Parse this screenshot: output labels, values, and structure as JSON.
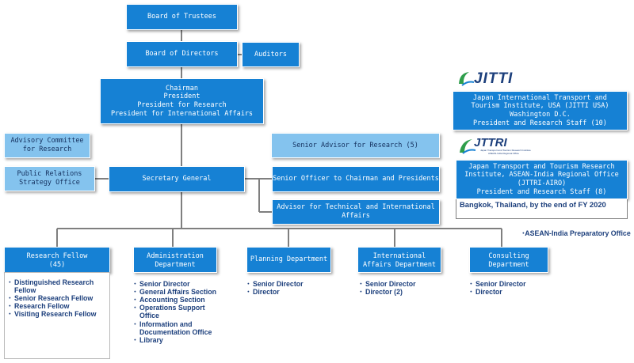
{
  "boxes": {
    "trustees": "Board of Trustees",
    "directors": "Board of Directors",
    "auditors": "Auditors",
    "chairman": "Chairman\nPresident\nPresident for Research\nPresident for International Affairs",
    "advisory": "Advisory Committee\nfor Research",
    "pr": "Public Relations\nStrategy Office",
    "secretary": "Secretary General",
    "senior_advisor": "Senior Advisor for Research (5)",
    "senior_officer": "Senior Officer to Chairman and Presidents",
    "advisor_tech": "Advisor for Technical and International Affairs",
    "jitti_usa": "Japan International Transport and\nTourism Institute, USA (JITTI USA)\nWashington D.C.\nPresident and Research Staff (10)",
    "jttri_airo": "Japan Transport and Tourism Research\nInstitute, ASEAN-India Regional Office\n(JTTRI-AIRO)\nPresident and Research Staff (8)"
  },
  "logos": {
    "jitti": "JITTI",
    "jttri": "JTTRI",
    "jttri_sub1": "Japan Transport and Tourism Research Institute",
    "jttri_sub2": "ASEAN-India Regional Office"
  },
  "bangkok_note": "Bangkok, Thailand, by the end of FY 2020",
  "asean_india_note": "ASEAN-India Preparatory Office",
  "departments": [
    {
      "name": "Research Fellow\n(45)",
      "items": [
        "Distinguished Research Fellow",
        "Senior Research Fellow",
        "Research Fellow",
        "Visiting Research Fellow"
      ]
    },
    {
      "name": "Administration\nDepartment",
      "items": [
        "Senior Director",
        "General Affairs Section",
        "Accounting Section",
        "Operations Support Office",
        "Information and Documentation Office",
        "Library"
      ]
    },
    {
      "name": "Planning Department",
      "items": [
        "Senior Director",
        "Director"
      ]
    },
    {
      "name": "International\nAffairs Department",
      "items": [
        "Senior Director",
        "Director (2)"
      ]
    },
    {
      "name": "Consulting\nDepartment",
      "items": [
        "Senior Director",
        "Director"
      ]
    }
  ],
  "colors": {
    "dark_box": "#1681d4",
    "light_box": "#84c3ee",
    "connector": "#7f7f7f",
    "text_navy": "#1c3f7c"
  }
}
